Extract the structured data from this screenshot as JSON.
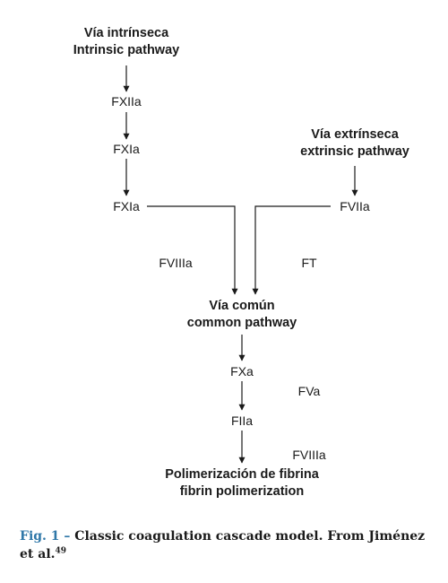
{
  "diagram": {
    "intrinsic": {
      "title_es": "Vía intrínseca",
      "title_en": "Intrinsic pathway"
    },
    "extrinsic": {
      "title_es": "Vía extrínseca",
      "title_en": "extrinsic pathway"
    },
    "factors": {
      "fxiia": "FXIIa",
      "fxia_1": "FXIa",
      "fxia_2": "FXIa",
      "fviia": "FVIIa",
      "fviiia_1": "FVIIIa",
      "ft": "FT",
      "fxa": "FXa",
      "fva": "FVa",
      "fiia": "FIIa",
      "fviiia_2": "FVIIIa"
    },
    "common": {
      "title_es": "Vía común",
      "title_en": "common pathway"
    },
    "result": {
      "title_es": "Polimerización de fibrina",
      "title_en": "fibrin polimerization"
    }
  },
  "caption": {
    "label": "Fig. 1 –",
    "text": "Classic coagulation cascade model. From Jiménez et al.",
    "ref": "49"
  }
}
